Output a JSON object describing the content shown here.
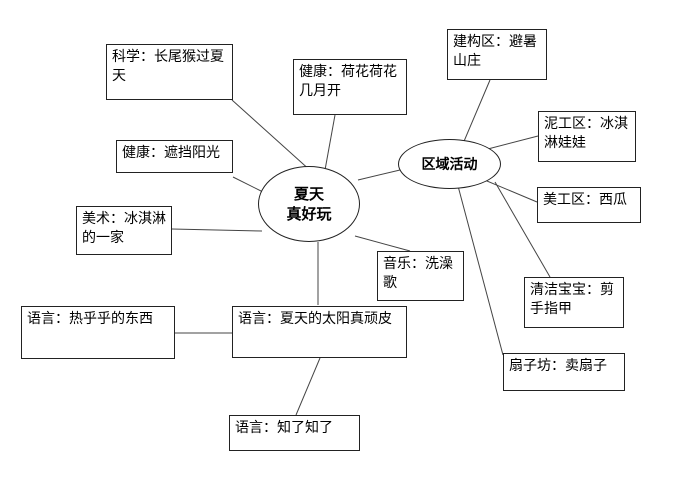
{
  "center": {
    "line1": "夏天",
    "line2": "真好玩"
  },
  "hub": {
    "label": "区域活动"
  },
  "nodes": {
    "science": "科学：长尾猴过夏天",
    "health_lotus": "健康：荷花荷花几月开",
    "health_shade": "健康：遮挡阳光",
    "art_icecream": "美术：冰淇淋的一家",
    "music": "音乐：洗澡歌",
    "lang_sun": "语言：夏天的太阳真顽皮",
    "lang_hot": "语言：热乎乎的东西",
    "lang_cicada": "语言：知了知了"
  },
  "areas": {
    "build": "建构区：避暑山庄",
    "clay": "泥工区：冰淇淋娃娃",
    "arts": "美工区：西瓜",
    "clean": "清洁宝宝：剪手指甲",
    "fan": "扇子坊：卖扇子"
  }
}
